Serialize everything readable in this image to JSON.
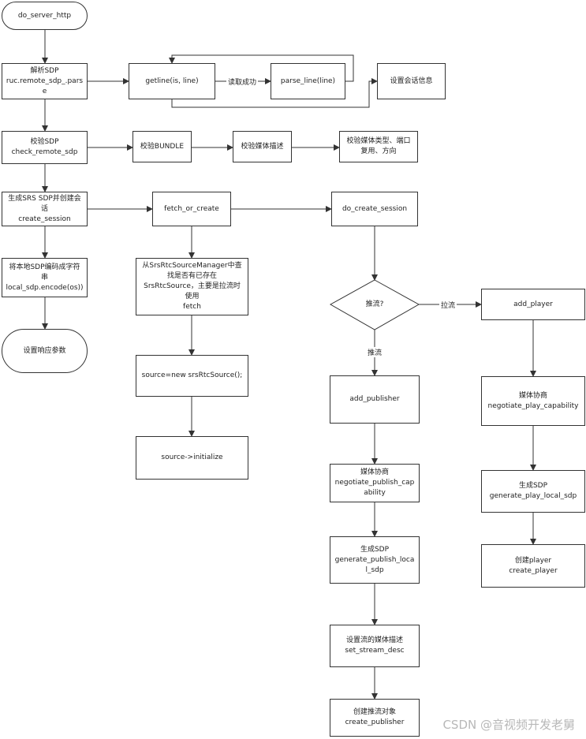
{
  "nodes": {
    "do_server_http": [
      "do_server_http"
    ],
    "parse_sdp": [
      "解析SDP",
      "ruc.remote_sdp_.parse"
    ],
    "getline": [
      "getline(is, line)"
    ],
    "parse_line": [
      "parse_line(line)"
    ],
    "set_session_info": [
      "设置会话信息"
    ],
    "check_sdp": [
      "校验SDP",
      "check_remote_sdp"
    ],
    "check_bundle": [
      "校验BUNDLE"
    ],
    "check_media_desc": [
      "校验媒体描述"
    ],
    "check_media_type": [
      "校验媒体类型、端口",
      "复用、方向"
    ],
    "create_session": [
      "生成SRS SDP并创建会",
      "话",
      "create_session"
    ],
    "fetch_or_create": [
      "fetch_or_create"
    ],
    "do_create_session": [
      "do_create_session"
    ],
    "encode_local_sdp": [
      "将本地SDP编码成字符",
      "串",
      "local_sdp.encode(os))"
    ],
    "lookup_source": [
      "从SrsRtcSourceManager中查",
      "找是否有已存在",
      "SrsRtcSource，主要是拉流时",
      "使用",
      "fetch"
    ],
    "set_response": [
      "设置响应参数"
    ],
    "new_source": [
      "source=new srsRtcSource();"
    ],
    "source_init": [
      "source->initialize"
    ],
    "is_publish": [
      "推流?"
    ],
    "add_player": [
      "add_player"
    ],
    "add_publisher": [
      "add_publisher"
    ],
    "negotiate_play": [
      "媒体协商",
      "negotiate_play_capability"
    ],
    "negotiate_publish": [
      "媒体协商",
      "negotiate_publish_cap",
      "ability"
    ],
    "generate_play_sdp": [
      "生成SDP",
      "generate_play_local_sdp"
    ],
    "generate_publish_sdp": [
      "生成SDP",
      "generate_publish_loca",
      "l_sdp"
    ],
    "create_player": [
      "创建player",
      "create_player"
    ],
    "set_stream_desc": [
      "设置流的媒体描述",
      "set_stream_desc"
    ],
    "create_publisher": [
      "创建推流对象",
      "create_publisher"
    ]
  },
  "edge_labels": {
    "read_ok": "读取成功",
    "pull": "拉流",
    "push": "推流"
  },
  "watermark": "CSDN @音视频开发老舅"
}
